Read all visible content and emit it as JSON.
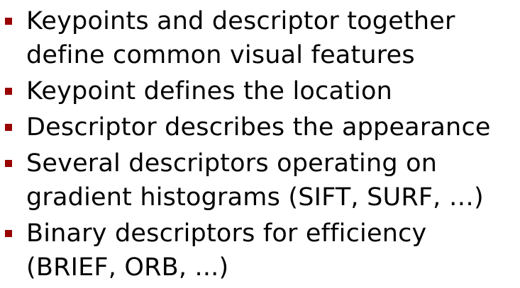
{
  "bullet_color": "#990000",
  "items": [
    {
      "lines": [
        "Keypoints and descriptor together",
        "define common visual features"
      ]
    },
    {
      "lines": [
        "Keypoint defines the location"
      ]
    },
    {
      "lines": [
        "Descriptor describes the appearance"
      ]
    },
    {
      "lines": [
        "Several descriptors operating on",
        "gradient histograms (SIFT, SURF, …)"
      ]
    },
    {
      "lines": [
        "Binary descriptors for efficiency",
        "(BRIEF, ORB, ...)"
      ]
    }
  ]
}
